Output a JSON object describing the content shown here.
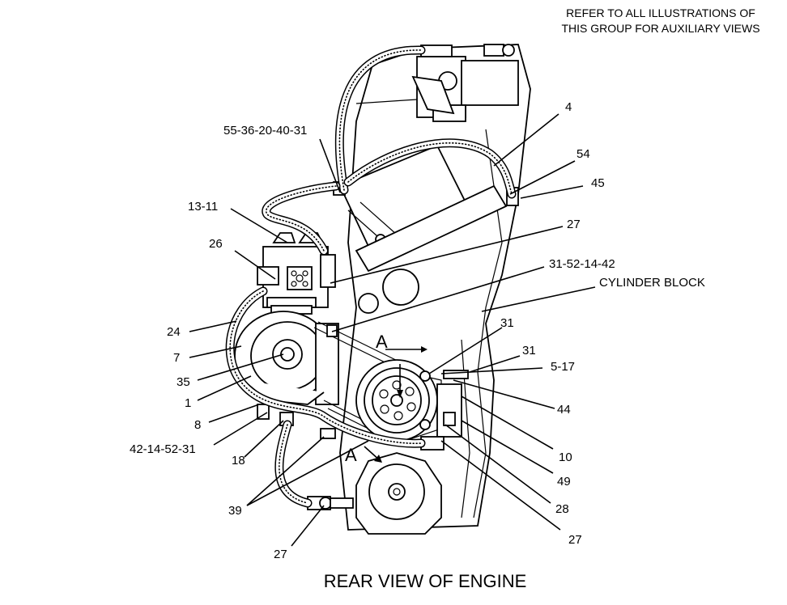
{
  "header_note": {
    "line1": "REFER TO ALL ILLUSTRATIONS OF",
    "line2": "THIS GROUP FOR AUXILIARY VIEWS"
  },
  "caption": "REAR VIEW OF ENGINE",
  "section_letter": "A",
  "callouts": {
    "c_55_36": "55-36-20-40-31",
    "c_4": "4",
    "c_54": "54",
    "c_45": "45",
    "c_13_11": "13-11",
    "c_27_top": "27",
    "c_26": "26",
    "c_31_52": "31-52-14-42",
    "c_cyl": "CYLINDER BLOCK",
    "c_24": "24",
    "c_7": "7",
    "c_35": "35",
    "c_1": "1",
    "c_8": "8",
    "c_42_14": "42-14-52-31",
    "c_18": "18",
    "c_39": "39",
    "c_27_bottom": "27",
    "c_31a": "31",
    "c_31b": "31",
    "c_5_17": "5-17",
    "c_44": "44",
    "c_10": "10",
    "c_49": "49",
    "c_28": "28",
    "c_27_right": "27"
  }
}
